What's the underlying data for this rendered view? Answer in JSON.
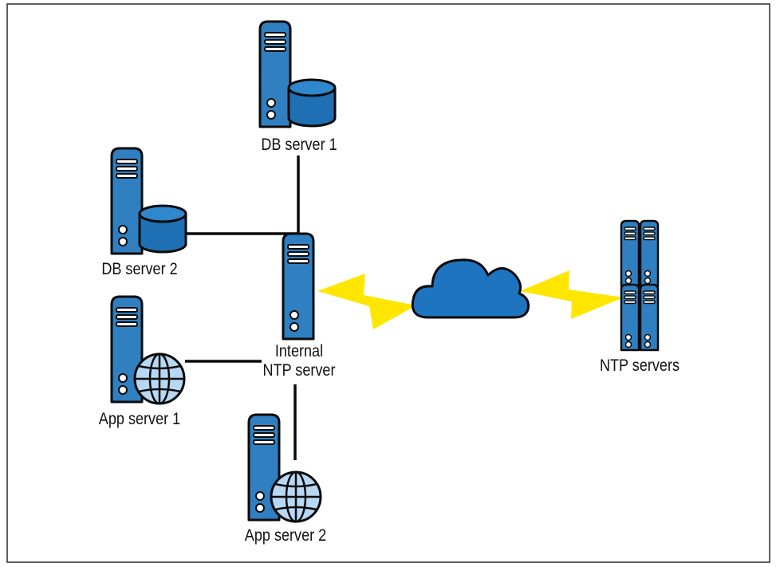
{
  "diagram": {
    "nodes": {
      "db_server_1": {
        "label": "DB server 1",
        "icon": "database-server-icon"
      },
      "db_server_2": {
        "label": "DB server 2",
        "icon": "database-server-icon"
      },
      "internal_ntp": {
        "label_line1": "Internal",
        "label_line2": "NTP server",
        "icon": "server-icon"
      },
      "app_server_1": {
        "label": "App server 1",
        "icon": "web-server-icon"
      },
      "app_server_2": {
        "label": "App server 2",
        "icon": "web-server-icon"
      },
      "cloud": {
        "icon": "cloud-icon"
      },
      "ntp_servers": {
        "label": "NTP servers",
        "icon": "server-stack-icon"
      }
    },
    "links": [
      {
        "from": "db_server_1",
        "to": "internal_ntp",
        "style": "wired"
      },
      {
        "from": "db_server_2",
        "to": "internal_ntp",
        "style": "wired"
      },
      {
        "from": "app_server_1",
        "to": "internal_ntp",
        "style": "wired"
      },
      {
        "from": "app_server_2",
        "to": "internal_ntp",
        "style": "wired"
      },
      {
        "from": "internal_ntp",
        "to": "cloud",
        "style": "lightning"
      },
      {
        "from": "cloud",
        "to": "ntp_servers",
        "style": "lightning"
      }
    ],
    "colors": {
      "server_fill": "#2f7fc1",
      "server_dark": "#1d5f96",
      "outline": "#0a0a0a",
      "cloud_fill": "#1f74bf",
      "globe_fill": "#b7d7f2",
      "lightning": "#ffe600",
      "link": "#0a0a0a"
    }
  }
}
